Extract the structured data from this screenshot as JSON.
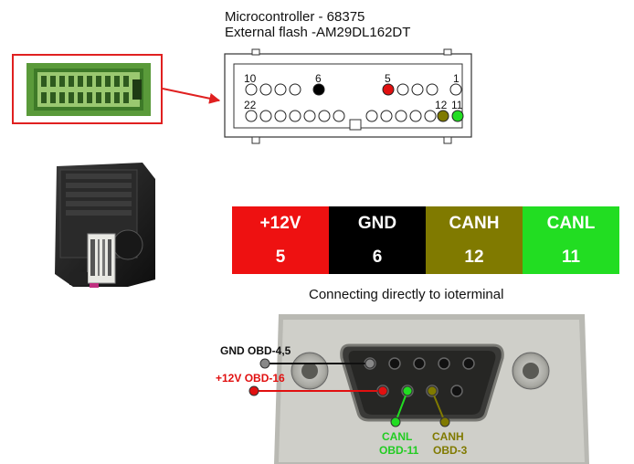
{
  "header": {
    "microcontroller": "Microcontroller - 68375",
    "external_flash": "External flash -AM29DL162DT"
  },
  "connector": {
    "labels": {
      "pin10": "10",
      "pin6": "6",
      "pin5": "5",
      "pin1": "1",
      "pin22": "22",
      "pin12": "12",
      "pin11": "11"
    },
    "colors": {
      "pin6": "#000000",
      "pin5": "#e11010",
      "pin12": "#7f7a00",
      "pin11": "#22dd22"
    }
  },
  "pin_table": {
    "headers": [
      "+12V",
      "GND",
      "CANH",
      "CANL"
    ],
    "pins": [
      "5",
      "6",
      "12",
      "11"
    ],
    "colors": [
      "#ee1111",
      "#000000",
      "#807a00",
      "#22dd22"
    ]
  },
  "connection_title": "Connecting directly to ioterminal",
  "db9": {
    "gnd_label": "GND OBD-4,5",
    "v12_label": "+12V OBD-16",
    "canl_label_1": "CANL",
    "canl_label_2": "OBD-11",
    "canh_label_1": "CANH",
    "canh_label_2": "OBD-3"
  }
}
